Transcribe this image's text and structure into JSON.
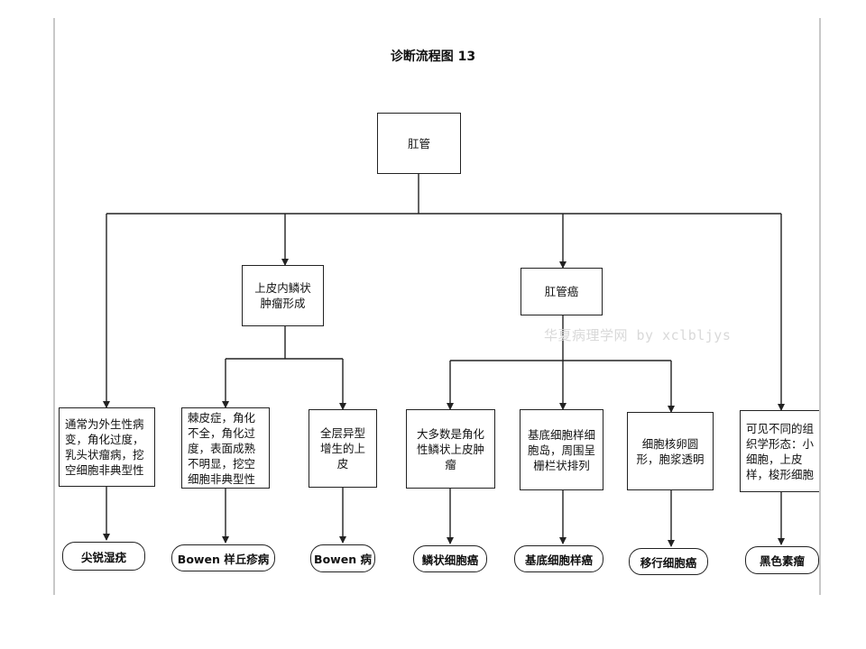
{
  "title": "诊断流程图 13",
  "root": "肛管",
  "level1": {
    "bowen_precursor": "上皮内鳞状肿瘤形成",
    "anal_carcinoma": "肛管癌"
  },
  "criteria": {
    "condyloma": "通常为外生性病变，角化过度，乳头状瘤病，挖空细胞非典型性",
    "bowenoid_papulosis": "棘皮症，角化不全，角化过度，表面成熟不明显，挖空细胞非典型性",
    "bowen": "全层异型增生的上皮",
    "squamous": "大多数是角化性鳞状上皮肿瘤",
    "basaloid": "基底细胞样细胞岛，周围呈栅栏状排列",
    "transitional": "细胞核卵圆形，胞浆透明",
    "melanoma": "可见不同的组织学形态：小细胞，上皮样，梭形细胞"
  },
  "diagnoses": {
    "condyloma": "尖锐湿疣",
    "bowenoid_papulosis": "Bowen 样丘疹病",
    "bowen": "Bowen 病",
    "squamous": "鳞状细胞癌",
    "basaloid": "基底细胞样癌",
    "transitional": "移行细胞癌",
    "melanoma": "黑色素瘤"
  },
  "watermark": "华夏病理学网 by xclbljys",
  "colors": {
    "line": "#222222",
    "border": "#c8c8c8",
    "watermark": "#d9d9d9"
  }
}
